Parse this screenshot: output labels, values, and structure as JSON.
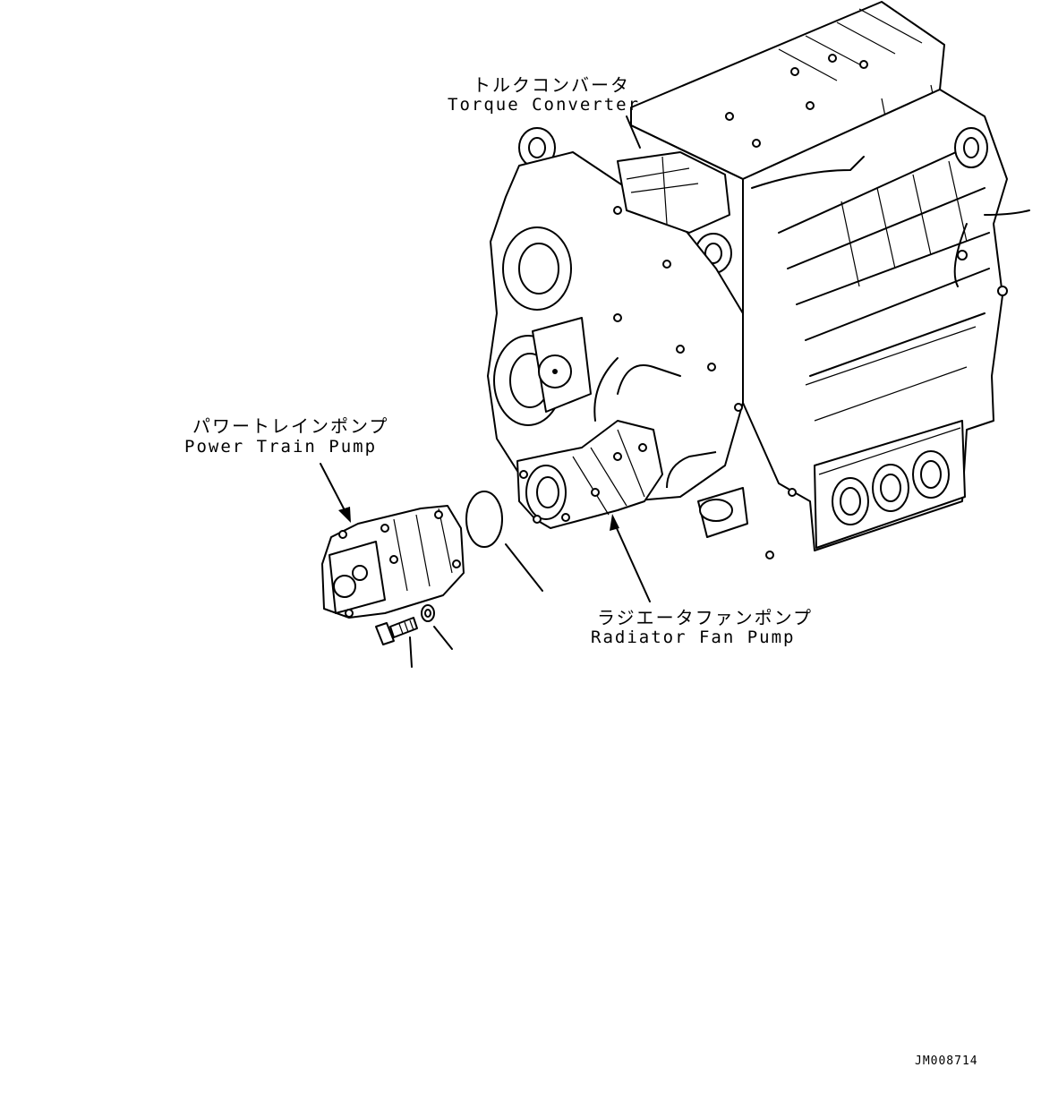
{
  "labels": {
    "torque_converter_jp": "トルクコンバータ",
    "torque_converter_en": "Torque Converter",
    "power_train_pump_jp": "パワートレインポンプ",
    "power_train_pump_en": "Power Train Pump",
    "radiator_fan_pump_jp": "ラジエータファンポンプ",
    "radiator_fan_pump_en": "Radiator Fan Pump"
  },
  "drawing_code": "JM008714",
  "colors": {
    "line": "#000000",
    "background": "#ffffff"
  }
}
